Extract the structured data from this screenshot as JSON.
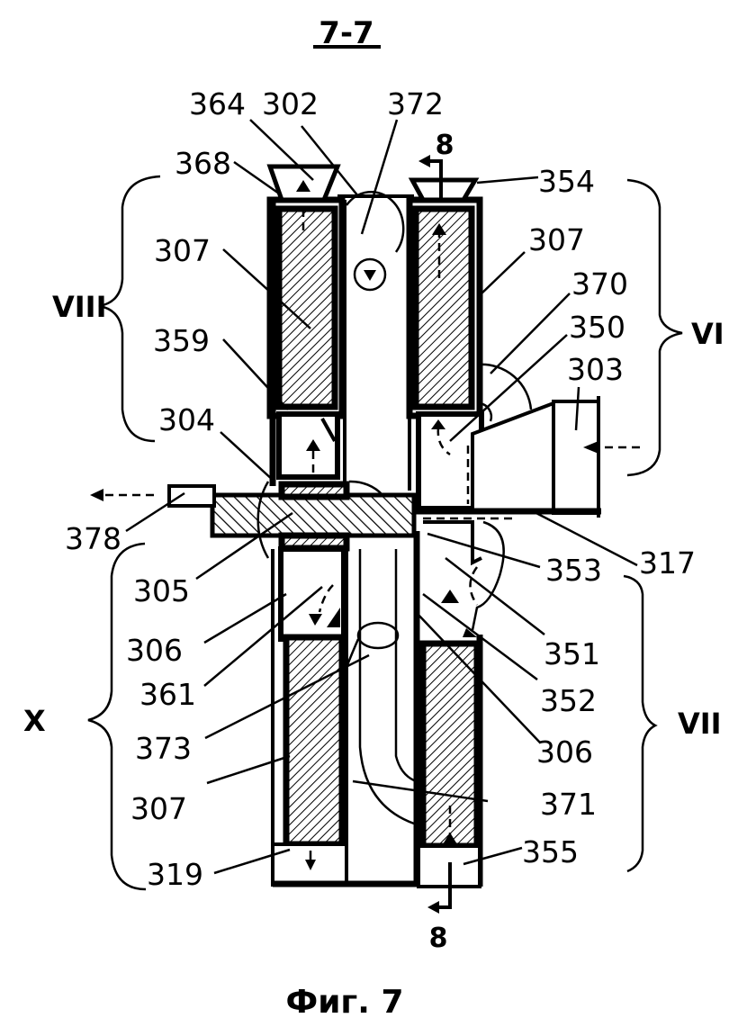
{
  "figure": {
    "section_title": "7-7",
    "caption": "Фиг. 7",
    "section_marker_top": "8",
    "section_marker_bottom": "8"
  },
  "brackets": {
    "top_left": "VIII",
    "top_right": "VI",
    "bottom_left": "X",
    "bottom_right": "VII"
  },
  "labels": {
    "l364": "364",
    "l302": "302",
    "l372": "372",
    "l368": "368",
    "l354": "354",
    "l307_tl": "307",
    "l307_tr": "307",
    "l370": "370",
    "l350": "350",
    "l303": "303",
    "l359": "359",
    "l304": "304",
    "l378": "378",
    "l305": "305",
    "l317": "317",
    "l353": "353",
    "l351": "351",
    "l306_l": "306",
    "l361": "361",
    "l352": "352",
    "l373": "373",
    "l306_r": "306",
    "l307_bl": "307",
    "l371": "371",
    "l319": "319",
    "l355": "355"
  }
}
